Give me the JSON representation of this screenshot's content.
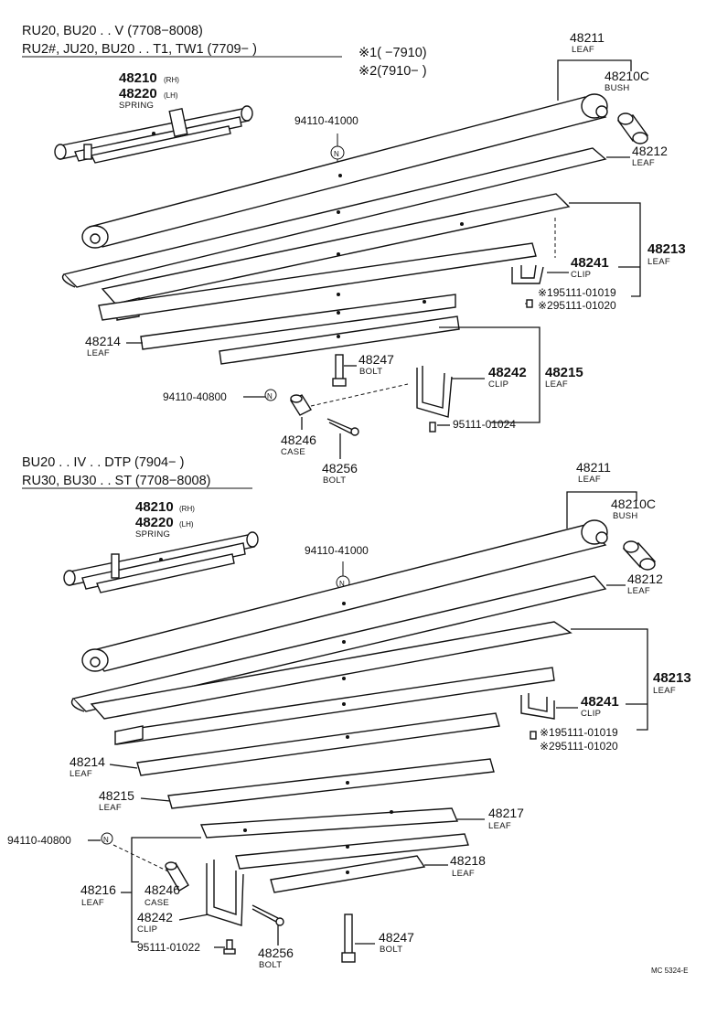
{
  "top": {
    "header": {
      "line1": "RU20, BU20 . . V (7708−8008)",
      "line2": "RU2#, JU20, BU20 . . T1, TW1 (7709−          )",
      "note1": "※1(          −7910)",
      "note2": "※2(7910−          )"
    },
    "spring": {
      "num1": "48210",
      "tag1": "(RH)",
      "num2": "48220",
      "tag2": "(LH)",
      "label": "SPRING"
    },
    "nut_top": {
      "num": "94110-41000",
      "symbol": "N"
    },
    "leaf_48211": {
      "num": "48211",
      "label": "LEAF"
    },
    "bush": {
      "num": "48210C",
      "label": "BUSH"
    },
    "leaf_48212": {
      "num": "48212",
      "label": "LEAF"
    },
    "leaf_48213": {
      "num": "48213",
      "label": "LEAF"
    },
    "clip_48241": {
      "num": "48241",
      "label": "CLIP"
    },
    "bolt_a": "※195111-01019",
    "bolt_b": "※295111-01020",
    "leaf_48214": {
      "num": "48214",
      "label": "LEAF"
    },
    "bolt_48247": {
      "num": "48247",
      "label": "BOLT"
    },
    "clip_48242": {
      "num": "48242",
      "label": "CLIP"
    },
    "leaf_48215": {
      "num": "48215",
      "label": "LEAF"
    },
    "nut_side": {
      "num": "94110-40800",
      "symbol": "N"
    },
    "bolt_95111_01024": "95111-01024",
    "case_48246": {
      "num": "48246",
      "label": "CASE"
    },
    "bolt_48256": {
      "num": "48256",
      "label": "BOLT"
    }
  },
  "bottom": {
    "header": {
      "line1": "BU20 . . IV . . DTP (7904−          )",
      "line2": "RU30, BU30 . . ST (7708−8008)"
    },
    "spring": {
      "num1": "48210",
      "tag1": "(RH)",
      "num2": "48220",
      "tag2": "(LH)",
      "label": "SPRING"
    },
    "nut_top": {
      "num": "94110-41000",
      "symbol": "N"
    },
    "leaf_48211": {
      "num": "48211",
      "label": "LEAF"
    },
    "bush": {
      "num": "48210C",
      "label": "BUSH"
    },
    "leaf_48212": {
      "num": "48212",
      "label": "LEAF"
    },
    "leaf_48213": {
      "num": "48213",
      "label": "LEAF"
    },
    "clip_48241": {
      "num": "48241",
      "label": "CLIP"
    },
    "bolt_a": "※195111-01019",
    "bolt_b": "※295111-01020",
    "leaf_48214": {
      "num": "48214",
      "label": "LEAF"
    },
    "leaf_48215": {
      "num": "48215",
      "label": "LEAF"
    },
    "leaf_48217": {
      "num": "48217",
      "label": "LEAF"
    },
    "nut_side": {
      "num": "94110-40800",
      "symbol": "N"
    },
    "leaf_48218": {
      "num": "48218",
      "label": "LEAF"
    },
    "leaf_48216": {
      "num": "48216",
      "label": "LEAF"
    },
    "case_48246": {
      "num": "48246",
      "label": "CASE"
    },
    "clip_48242": {
      "num": "48242",
      "label": "CLIP"
    },
    "bolt_95111_01022": "95111-01022",
    "bolt_48256": {
      "num": "48256",
      "label": "BOLT"
    },
    "bolt_48247": {
      "num": "48247",
      "label": "BOLT"
    }
  },
  "footer_code": "MC 5324-E"
}
